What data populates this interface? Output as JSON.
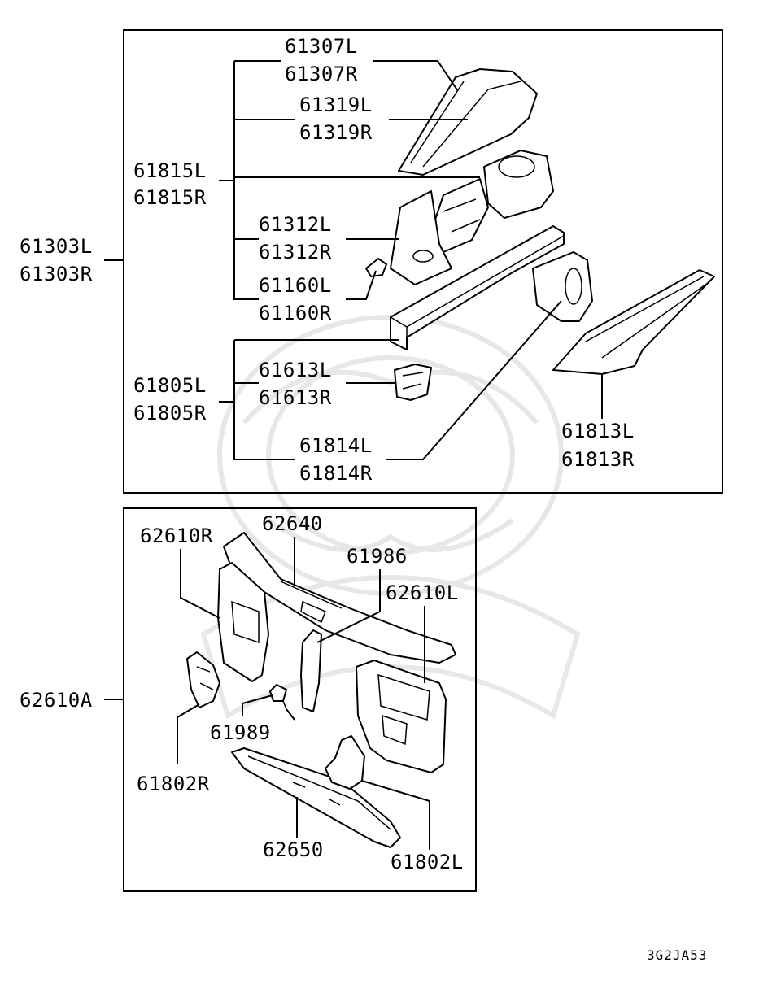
{
  "diagram": {
    "code": "3G2JA53",
    "upper_group": {
      "group_labels": [
        "61303L",
        "61303R"
      ],
      "sub_groups": [
        {
          "labels": [
            "61815L",
            "61815R"
          ]
        },
        {
          "labels": [
            "61805L",
            "61805R"
          ]
        }
      ],
      "parts": [
        {
          "labels": [
            "61307L",
            "61307R"
          ]
        },
        {
          "labels": [
            "61319L",
            "61319R"
          ]
        },
        {
          "labels": [
            "61312L",
            "61312R"
          ]
        },
        {
          "labels": [
            "61160L",
            "61160R"
          ]
        },
        {
          "labels": [
            "61613L",
            "61613R"
          ]
        },
        {
          "labels": [
            "61814L",
            "61814R"
          ]
        },
        {
          "labels": [
            "61813L",
            "61813R"
          ]
        }
      ]
    },
    "lower_group": {
      "group_label": "62610A",
      "parts": [
        "62610R",
        "62640",
        "61986",
        "62610L",
        "61989",
        "61802R",
        "62650",
        "61802L"
      ]
    }
  }
}
